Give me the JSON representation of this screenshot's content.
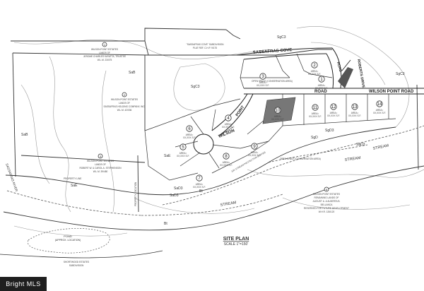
{
  "parcels": [
    {
      "num": "1",
      "lines": [
        "WILSON POINT ESTATES",
        "LANDS OF",
        "JEROME CHARLES KAYATTA, TRUSTEE",
        "W.L.M. 23/075"
      ]
    },
    {
      "num": "2",
      "lines": [
        "WILSON POINT ESTATES",
        "LANDS OF",
        "SASSAFRAS HOLDING COMPANY, INC.",
        "W.L.M. 42/036"
      ]
    },
    {
      "num": "3",
      "lines": [
        "WILSON POINT ESTATES",
        "LANDS OF",
        "ROBERT W. & CAROL A. STEPHENSON",
        "W.L.M. 39/480"
      ]
    },
    {
      "num": "5",
      "lines": [
        "WILSON POINT ESTATES",
        "REMAINING LANDS OF",
        "AUGUST &. & ALBERTA B.",
        "BELLANCA",
        "RESERVED FOR FUTURE DEVELOPMENT",
        "W.H.R. 126/120"
      ]
    }
  ],
  "subdivision_top": [
    "\"SASSAFRAS COVE\" SUBDIVISION",
    "PLAT REF. C.H.P. 9/175"
  ],
  "roads": {
    "sassafras_cove": "SASSAFRAS COVE",
    "road_vertical": "ROAD",
    "roberts_drive": "ROBERTS DRIVE",
    "road_horizontal": "ROAD",
    "wilson_point_road": "WILSON POINT ROAD",
    "wilson": "WILSON",
    "point": "POINT"
  },
  "soil_labels": [
    "SgC3",
    "SaB",
    "SgC3",
    "SaB",
    "SaE",
    "SgD",
    "SaD3",
    "SaD3",
    "SgC3",
    "SaE",
    "SaD3",
    "Bt",
    "Bt",
    "SgD3"
  ],
  "water": {
    "stream1": "STREAM",
    "stream2": "STREAM",
    "stream3": "STREAM",
    "river": "SASSAFRAS RIVER",
    "pond": "POND",
    "pond_note": "(APPROX. LOCATION)"
  },
  "notes": {
    "open_space": "OPEN SPACE (CONSERVATION AREA)",
    "buffer": "100' STREAM PROTECTION BUFFER",
    "open_space_bottom": "OPEN SPACE (CONSERVATION AREA)",
    "property_line": "PROPERTY LINE",
    "property_location": "PROPERTY LOCATION"
  },
  "lots": [
    "1",
    "2",
    "3",
    "4",
    "5",
    "6",
    "7",
    "8",
    "9",
    "10",
    "11",
    "12",
    "13",
    "14"
  ],
  "lot_area": "AREA=",
  "lot_value": "XX,XXX S.F.",
  "subdivision_bottom": [
    "SHORTWOOD ESTATES",
    "SUBDIVISION"
  ],
  "title": "SITE PLAN",
  "scale": "SCALE 1\"=150'",
  "watermark": "Bright MLS"
}
